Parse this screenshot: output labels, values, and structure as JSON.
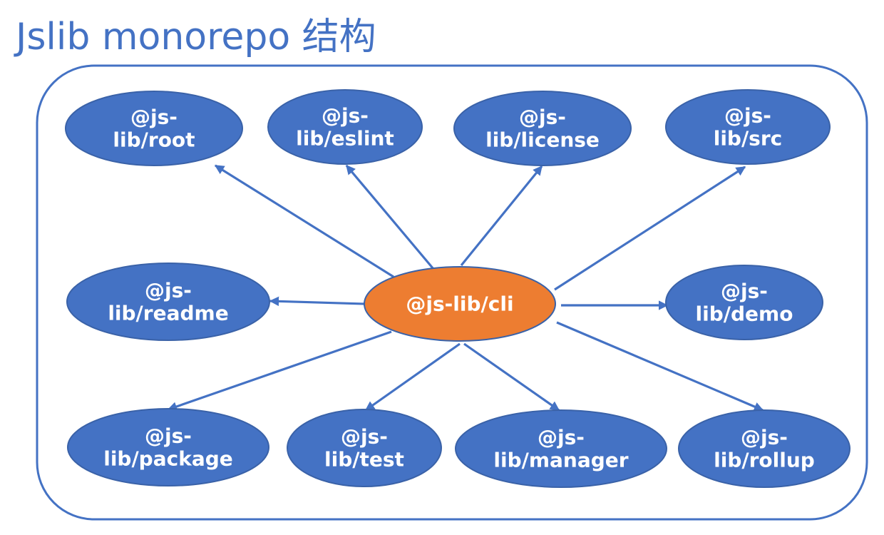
{
  "title": "Jslib monorepo 结构",
  "colors": {
    "title": "#4472c4",
    "container_stroke": "#4472c4",
    "node_fill": "#4472c4",
    "node_stroke": "#3a62a8",
    "center_fill": "#ed7d31",
    "center_stroke": "#3a62a8",
    "arrow": "#4472c4",
    "node_text": "#ffffff"
  },
  "center": {
    "id": "cli",
    "label": "@js-lib/cli"
  },
  "nodes": [
    {
      "id": "root",
      "lines": [
        "@js-",
        "lib/root"
      ]
    },
    {
      "id": "eslint",
      "lines": [
        "@js-",
        "lib/eslint"
      ]
    },
    {
      "id": "license",
      "lines": [
        "@js-",
        "lib/license"
      ]
    },
    {
      "id": "src",
      "lines": [
        "@js-",
        "lib/src"
      ]
    },
    {
      "id": "readme",
      "lines": [
        "@js-",
        "lib/readme"
      ]
    },
    {
      "id": "demo",
      "lines": [
        "@js-",
        "lib/demo"
      ]
    },
    {
      "id": "package",
      "lines": [
        "@js-",
        "lib/package"
      ]
    },
    {
      "id": "test",
      "lines": [
        "@js-",
        "lib/test"
      ]
    },
    {
      "id": "manager",
      "lines": [
        "@js-",
        "lib/manager"
      ]
    },
    {
      "id": "rollup",
      "lines": [
        "@js-",
        "lib/rollup"
      ]
    }
  ],
  "edges": [
    {
      "from": "cli",
      "to": "root"
    },
    {
      "from": "cli",
      "to": "eslint"
    },
    {
      "from": "cli",
      "to": "license"
    },
    {
      "from": "cli",
      "to": "src"
    },
    {
      "from": "cli",
      "to": "readme"
    },
    {
      "from": "cli",
      "to": "demo"
    },
    {
      "from": "cli",
      "to": "package"
    },
    {
      "from": "cli",
      "to": "test"
    },
    {
      "from": "cli",
      "to": "manager"
    },
    {
      "from": "cli",
      "to": "rollup"
    }
  ]
}
